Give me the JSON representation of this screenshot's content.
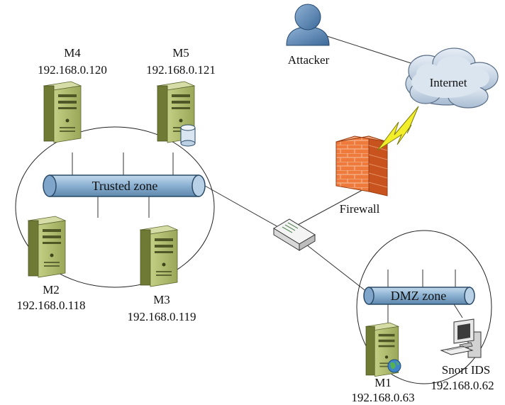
{
  "colors": {
    "tower_face": "#a8b466",
    "tower_side": "#6f7a35",
    "tube_fill": "#8fb4d4",
    "tube_stroke": "#2a4a66",
    "firewall": "#e8662c",
    "cloud": "#c9d7e6",
    "attacker": "#4f7fb0",
    "lightning": "#f3ee2a"
  },
  "nodes": {
    "m4": {
      "name": "M4",
      "ip": "192.168.0.120"
    },
    "m5": {
      "name": "M5",
      "ip": "192.168.0.121"
    },
    "m2": {
      "name": "M2",
      "ip": "192.168.0.118"
    },
    "m3": {
      "name": "M3",
      "ip": "192.168.0.119"
    },
    "m1": {
      "name": "M1",
      "ip": "192.168.0.63"
    },
    "snort": {
      "name": "Snort IDS",
      "ip": "192.168.0.62"
    },
    "attacker": {
      "name": "Attacker"
    },
    "internet": {
      "name": "Internet"
    },
    "firewall": {
      "name": "Firewall"
    }
  },
  "zones": {
    "trusted": "Trusted zone",
    "dmz": "DMZ zone"
  },
  "icons": {
    "server": "server-tower-icon",
    "database": "database-icon",
    "globe": "globe-icon",
    "workstation": "workstation-icon",
    "switch": "switch-icon",
    "firewall": "brick-wall-icon",
    "cloud": "cloud-icon",
    "user": "user-icon",
    "lightning": "lightning-icon"
  }
}
